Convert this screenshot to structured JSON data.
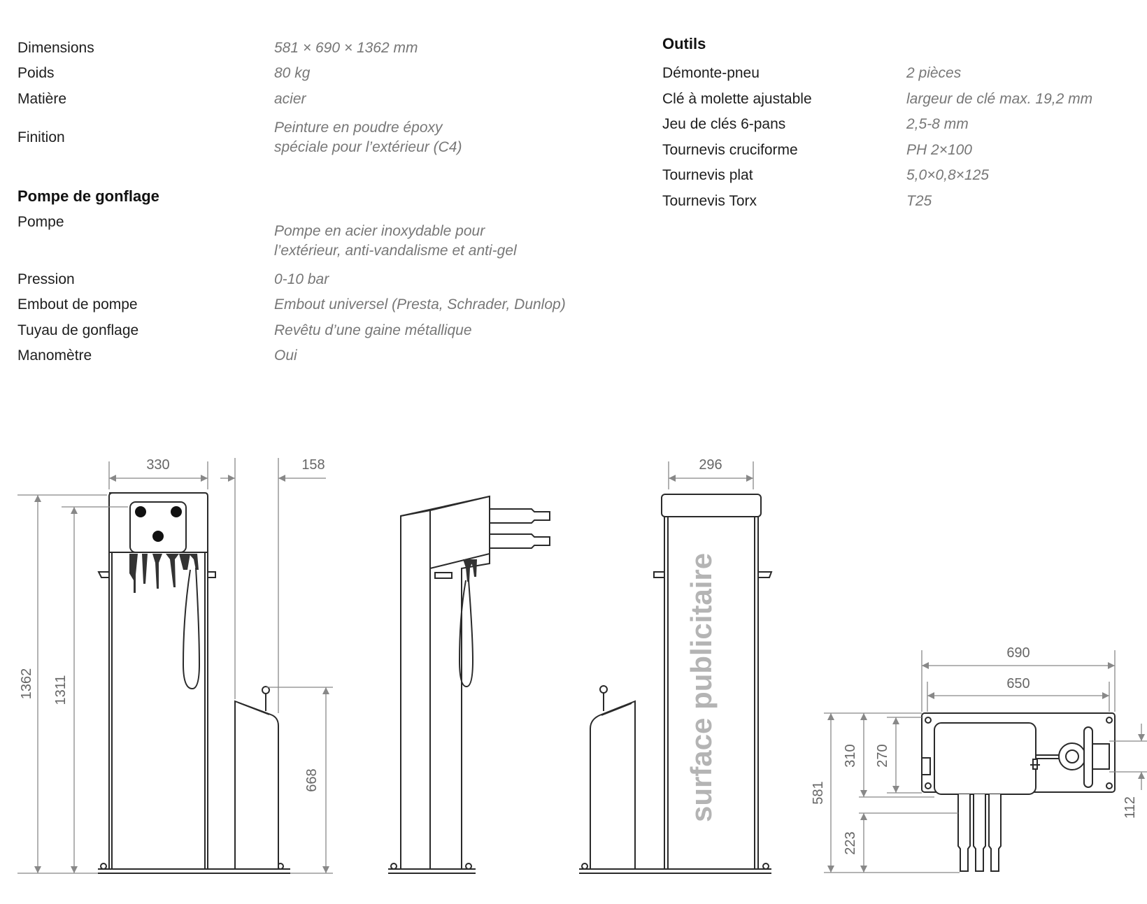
{
  "specs": {
    "rows": [
      {
        "label": "Dimensions",
        "value": "581 × 690 × 1362 mm"
      },
      {
        "label": "Poids",
        "value": "80 kg"
      },
      {
        "label": "Matière",
        "value": "acier"
      },
      {
        "label": "Finition",
        "value": "Peinture en poudre époxy spéciale pour l’extérieur (C4)"
      }
    ]
  },
  "pump": {
    "title": "Pompe de gonflage",
    "rows": [
      {
        "label": "Pompe",
        "value": "Pompe en acier inoxydable pour l’extérieur, anti-vandalisme et anti-gel"
      },
      {
        "label": "Pression",
        "value": "0-10 bar"
      },
      {
        "label": "Embout de pompe",
        "value": "Embout universel (Presta, Schrader, Dunlop)"
      },
      {
        "label": "Tuyau de gonflage",
        "value": "Revêtu d’une gaine métallique"
      },
      {
        "label": "Manomètre",
        "value": "Oui"
      }
    ]
  },
  "tools": {
    "title": "Outils",
    "rows": [
      {
        "label": "Démonte-pneu",
        "value": "2 pièces"
      },
      {
        "label": "Clé à molette ajustable",
        "value": "largeur de clé max. 19,2 mm"
      },
      {
        "label": "Jeu de clés 6-pans",
        "value": "2,5-8 mm"
      },
      {
        "label": "Tournevis cruciforme",
        "value": "PH 2×100"
      },
      {
        "label": "Tournevis plat",
        "value": "5,0×0,8×125"
      },
      {
        "label": "Tournevis Torx",
        "value": "T25"
      }
    ]
  },
  "drawing": {
    "front": {
      "width": "330",
      "offset": "158",
      "height": "1362",
      "inner_height": "1311",
      "pump_height": "668"
    },
    "side": {
      "width": "296",
      "ad_text": "surface publicitaire"
    },
    "top": {
      "width": "690",
      "inner_width": "650",
      "depth": "581",
      "d310": "310",
      "d270": "270",
      "d223": "223",
      "d112": "112"
    }
  },
  "colors": {
    "text": "#1e1e1e",
    "value_text": "#777777",
    "dimension": "#888888",
    "line": "#2a2a2a",
    "ad_text": "#b4b4b4"
  }
}
